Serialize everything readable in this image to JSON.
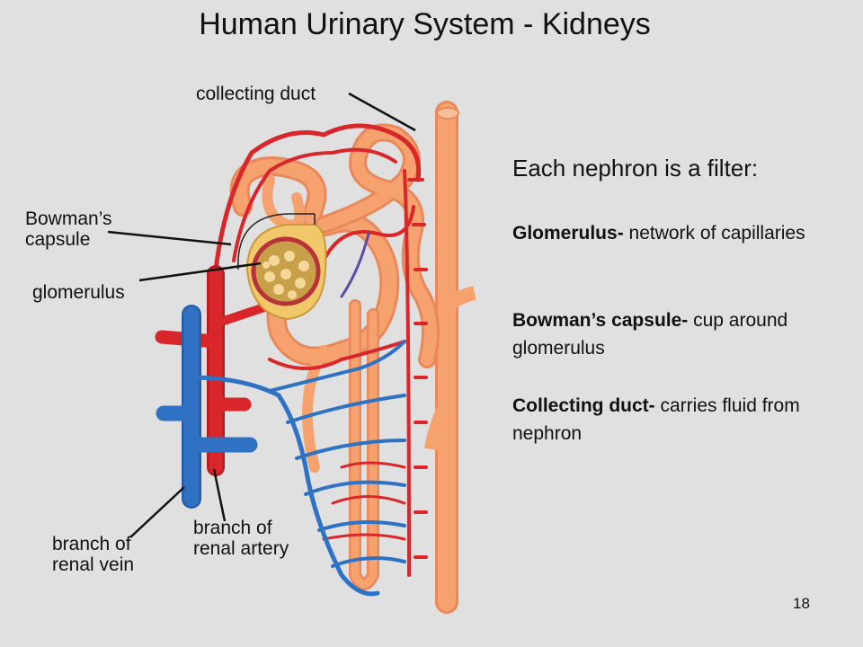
{
  "title": "Human Urinary System - Kidneys",
  "labels": {
    "collecting_duct": "collecting duct",
    "bowmans_capsule_line1": "Bowman’s",
    "bowmans_capsule_line2": "capsule",
    "glomerulus": "glomerulus",
    "branch_renal_vein_line1": "branch of",
    "branch_renal_vein_line2": "renal vein",
    "branch_renal_artery_line1": "branch of",
    "branch_renal_artery_line2": "renal artery"
  },
  "description": {
    "heading": "Each nephron is a filter:",
    "items": [
      {
        "term": "Glomerulus-",
        "text": " network of capillaries"
      },
      {
        "term": "Bowman’s capsule-",
        "text": " cup around glomerulus"
      },
      {
        "term": "Collecting duct-",
        "text": " carries fluid from nephron"
      }
    ]
  },
  "page_number": "18",
  "colors": {
    "background": "#e0e0e0",
    "tubule": "#f5a26f",
    "artery": "#d8262b",
    "vein": "#2f72c4",
    "capsule": "#f0c86a"
  }
}
